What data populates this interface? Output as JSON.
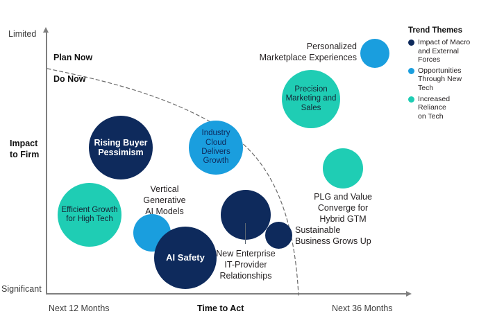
{
  "chart_data": {
    "type": "scatter",
    "title": "",
    "xlabel": "Time to Act",
    "ylabel": "Impact to Firm",
    "x_ticks": [
      "Next 12 Months",
      "Next 36 Months"
    ],
    "y_ticks": [
      "Limited",
      "Significant"
    ],
    "zone_labels": [
      "Plan Now",
      "Do Now"
    ],
    "legend_title": "Trend Themes",
    "legend_position": "right",
    "grid": false,
    "series": [
      {
        "name": "Impact of Macro and External Forces",
        "color": "#0e2a5c"
      },
      {
        "name": "Opportunities Through New Tech",
        "color": "#1a9ede"
      },
      {
        "name": "Increased Reliance on Tech",
        "color": "#1fcdb4"
      }
    ],
    "points": [
      {
        "label": "Rising Buyer Pessimism",
        "theme": "Impact of Macro and External Forces",
        "x": 0.21,
        "y": 0.56,
        "size": 92,
        "label_placement": "inside"
      },
      {
        "label": "Efficient Growth for High Tech",
        "theme": "Increased Reliance on Tech",
        "x": 0.05,
        "y": 0.26,
        "size": 92,
        "label_placement": "inside"
      },
      {
        "label": "Industry Cloud Delivers Growth",
        "theme": "Opportunities Through New Tech",
        "x": 0.44,
        "y": 0.58,
        "size": 78,
        "label_placement": "inside"
      },
      {
        "label": "AI Safety",
        "theme": "Impact of Macro and External Forces",
        "x": 0.4,
        "y": 0.14,
        "size": 90,
        "label_placement": "inside"
      },
      {
        "label": "Precision Marketing and Sales",
        "theme": "Increased Reliance on Tech",
        "x": 0.75,
        "y": 0.77,
        "size": 84,
        "label_placement": "inside"
      },
      {
        "label": "Vertical Generative AI Models",
        "theme": "Opportunities Through New Tech",
        "x": 0.32,
        "y": 0.24,
        "size": 54,
        "label_placement": "above"
      },
      {
        "label": "Personalized Marketplace Experiences",
        "theme": "Opportunities Through New Tech",
        "x": 0.9,
        "y": 0.91,
        "size": 42,
        "label_placement": "left"
      },
      {
        "label": "PLG and Value Converge for Hybrid GTM",
        "theme": "Increased Reliance on Tech",
        "x": 0.8,
        "y": 0.48,
        "size": 58,
        "label_placement": "below"
      },
      {
        "label": "New Enterprise IT-Provider Relationships",
        "theme": "Impact of Macro and External Forces",
        "x": 0.58,
        "y": 0.33,
        "size": 72,
        "label_placement": "below-leader"
      },
      {
        "label": "Sustainable Business Grows Up",
        "theme": "Impact of Macro and External Forces",
        "x": 0.7,
        "y": 0.22,
        "size": 39,
        "label_placement": "right"
      }
    ]
  },
  "axes": {
    "y_top_label": "Limited",
    "y_bottom_label": "Significant",
    "y_title": "Impact\nto Firm",
    "y_title_line1": "Impact",
    "y_title_line2": "to Firm",
    "x_title": "Time to Act",
    "x_left_label": "Next 12 Months",
    "x_right_label": "Next 36 Months"
  },
  "zones": {
    "upper": "Plan Now",
    "lower": "Do Now"
  },
  "bubbles": {
    "rising_buyer_pessimism": "Rising Buyer\nPessimism",
    "efficient_growth": "Efficient\nGrowth for\nHigh Tech",
    "industry_cloud": "Industry\nCloud\nDelivers\nGrowth",
    "ai_safety": "AI Safety",
    "precision_marketing": "Precision\nMarketing\nand Sales"
  },
  "outside_labels": {
    "personalized_marketplace": "Personalized\nMarketplace Experiences",
    "vertical_generative": "Vertical\nGenerative\nAI Models",
    "plg_value": "PLG and Value\nConverge for\nHybrid GTM",
    "new_enterprise": "New Enterprise\nIT-Provider\nRelationships",
    "sustainable_business": "Sustainable\nBusiness Grows Up"
  },
  "legend": {
    "title": "Trend Themes",
    "items": [
      {
        "label": "Impact of Macro\nand External\nForces",
        "color": "#0e2a5c"
      },
      {
        "label": "Opportunities\nThrough New Tech",
        "color": "#1a9ede"
      },
      {
        "label": "Increased Reliance\non Tech",
        "color": "#1fcdb4"
      }
    ]
  },
  "colors": {
    "navy": "#0e2a5c",
    "blue": "#1a9ede",
    "teal": "#1fcdb4",
    "axis": "#7f7f7f",
    "divider": "#6b6b6b"
  }
}
